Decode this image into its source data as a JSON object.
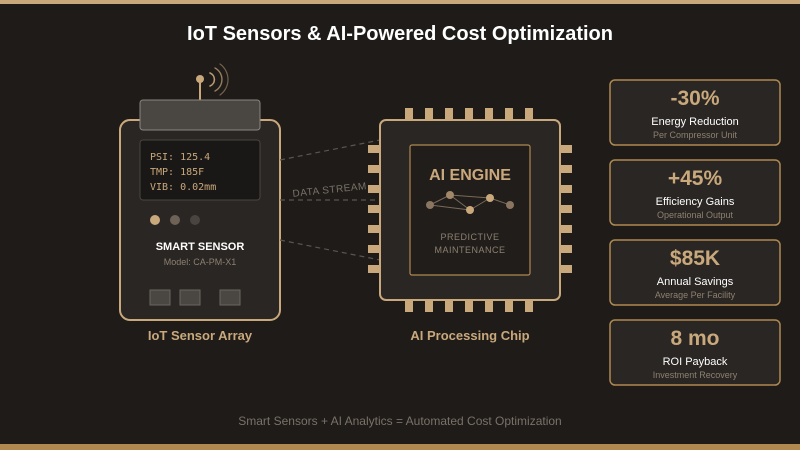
{
  "colors": {
    "background": "#1e1b18",
    "accent": "#c9a87c",
    "accent_dark": "#b08850",
    "panel": "#2a2623",
    "text": "#ffffff",
    "muted": "#8c8070"
  },
  "title": "IoT Sensors & AI-Powered Cost Optimization",
  "sensor": {
    "readings": [
      "PSI: 125.4",
      "TMP: 185F",
      "VIB: 0.02mm"
    ],
    "name": "SMART SENSOR",
    "model": "Model: CA-PM-X1",
    "caption": "IoT Sensor Array"
  },
  "stream_label": "DATA STREAM",
  "chip": {
    "title": "AI ENGINE",
    "subtitle_line1": "PREDICTIVE",
    "subtitle_line2": "MAINTENANCE",
    "caption": "AI Processing Chip"
  },
  "metrics": [
    {
      "value": "-30%",
      "label": "Energy Reduction",
      "sublabel": "Per Compressor Unit"
    },
    {
      "value": "+45%",
      "label": "Efficiency Gains",
      "sublabel": "Operational Output"
    },
    {
      "value": "$85K",
      "label": "Annual Savings",
      "sublabel": "Average Per Facility"
    },
    {
      "value": "8 mo",
      "label": "ROI Payback",
      "sublabel": "Investment Recovery"
    }
  ],
  "footer": "Smart Sensors + AI Analytics = Automated Cost Optimization"
}
